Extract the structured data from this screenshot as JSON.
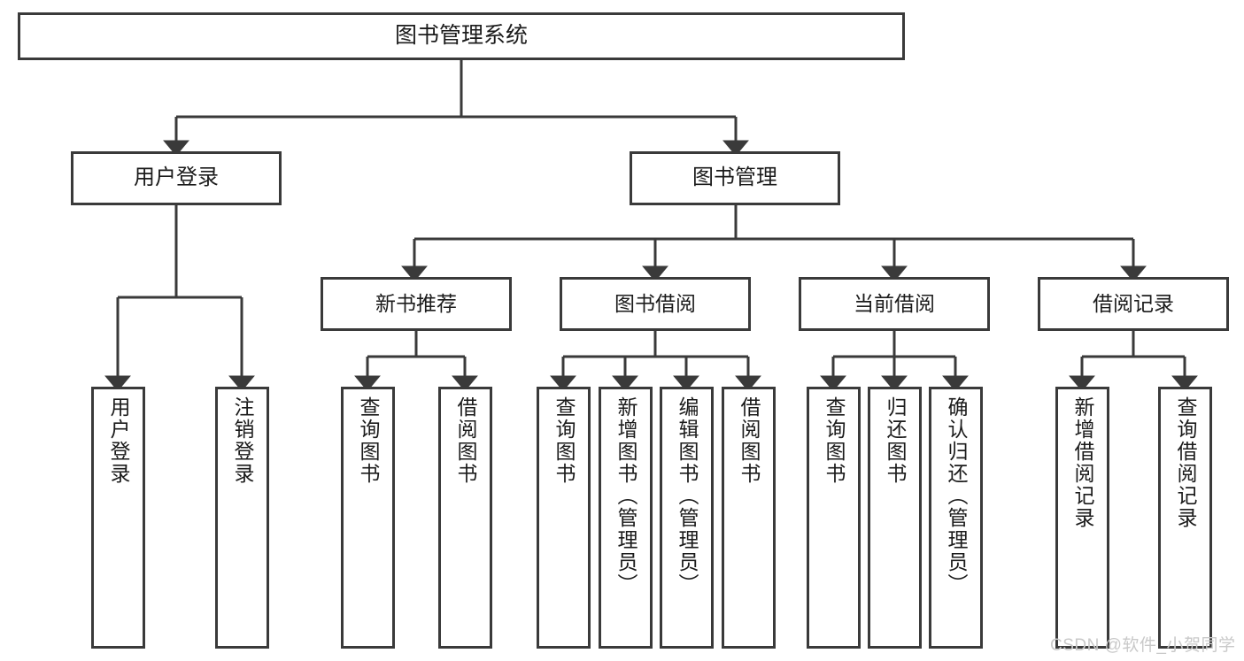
{
  "diagram": {
    "title": "图书管理系统",
    "watermark": "CSDN @软件_小贺同学",
    "line_color": "#3a3a3a",
    "box_fill": "#ffffff",
    "text_color": "#1b1b1b",
    "watermark_color": "#c9c9c9",
    "root": {
      "label": "图书管理系统"
    },
    "level2": [
      {
        "label": "用户登录"
      },
      {
        "label": "图书管理"
      }
    ],
    "level3": [
      {
        "label": "新书推荐"
      },
      {
        "label": "图书借阅"
      },
      {
        "label": "当前借阅"
      },
      {
        "label": "借阅记录"
      }
    ],
    "leaves": {
      "user_login": [
        {
          "label": "用户登录"
        },
        {
          "label": "注销登录"
        }
      ],
      "new_book_recommend": [
        {
          "label": "查询图书"
        },
        {
          "label": "借阅图书"
        }
      ],
      "book_borrow": [
        {
          "label": "查询图书"
        },
        {
          "label": "新增图书（管理员）"
        },
        {
          "label": "编辑图书（管理员）"
        },
        {
          "label": "借阅图书"
        }
      ],
      "current_borrow": [
        {
          "label": "查询图书"
        },
        {
          "label": "归还图书"
        },
        {
          "label": "确认归还（管理员）"
        }
      ],
      "borrow_record": [
        {
          "label": "新增借阅记录"
        },
        {
          "label": "查询借阅记录"
        }
      ]
    }
  }
}
